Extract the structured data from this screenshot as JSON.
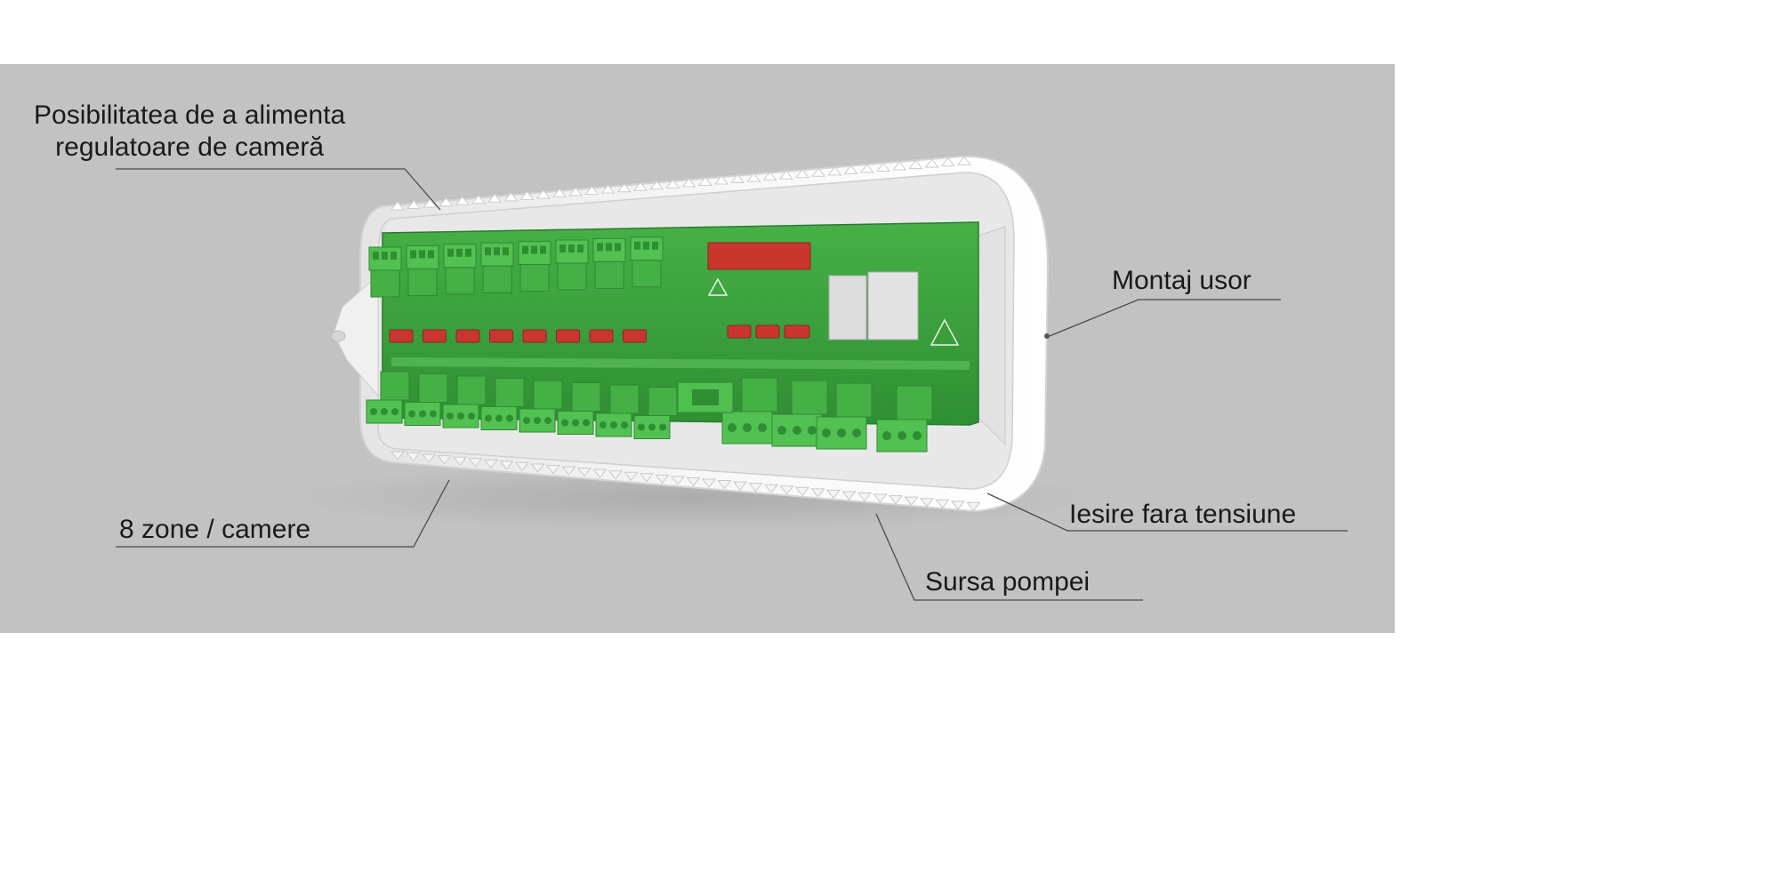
{
  "callouts": {
    "room_regulators": {
      "line1": "Posibilitatea de a alimenta",
      "line2": "regulatoare de cameră"
    },
    "easy_mount": "Montaj usor",
    "zones": "8 zone / camere",
    "voltage_free_output": "Iesire fara tensiune",
    "pump_supply": "Sursa pompei"
  },
  "colors": {
    "background": "#c2c2c2",
    "housing": "#f2f2f2",
    "pcb": "#3aa43c",
    "terminal": "#52c152",
    "fuse": "#c8362e",
    "relay": "#dcdcdc",
    "leader_line": "#4a4a4a"
  },
  "device": {
    "zone_count": 8
  }
}
